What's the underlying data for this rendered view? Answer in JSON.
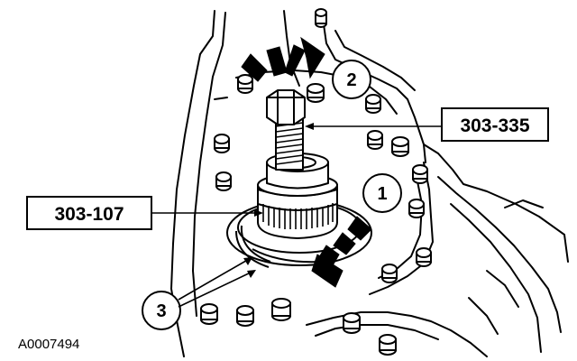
{
  "figure_id": "A0007494",
  "callouts": {
    "tool_upper": "303-335",
    "tool_lower": "303-107"
  },
  "steps": [
    "1",
    "2",
    "3"
  ],
  "colors": {
    "ink": "#000000",
    "paper": "#ffffff"
  }
}
